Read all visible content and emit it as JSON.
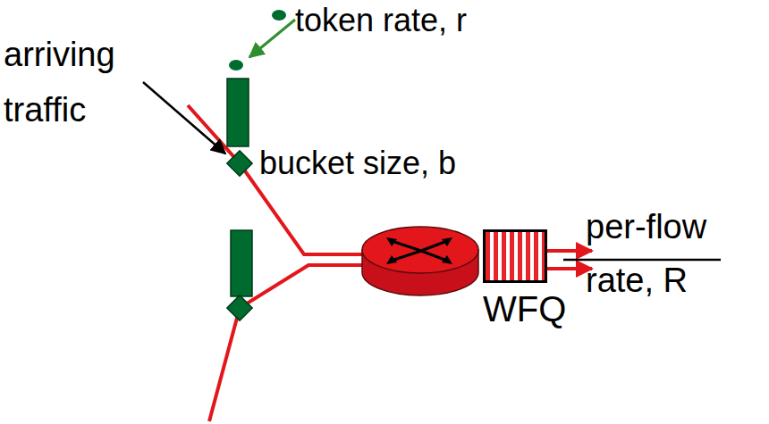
{
  "diagram": {
    "nodes": [
      {
        "text": [
          "WFQ"
        ]
      }
    ],
    "labels": [
      "token rate, r",
      "arriving traffic",
      "bucket size, b",
      "per-flow rate, R"
    ]
  }
}
